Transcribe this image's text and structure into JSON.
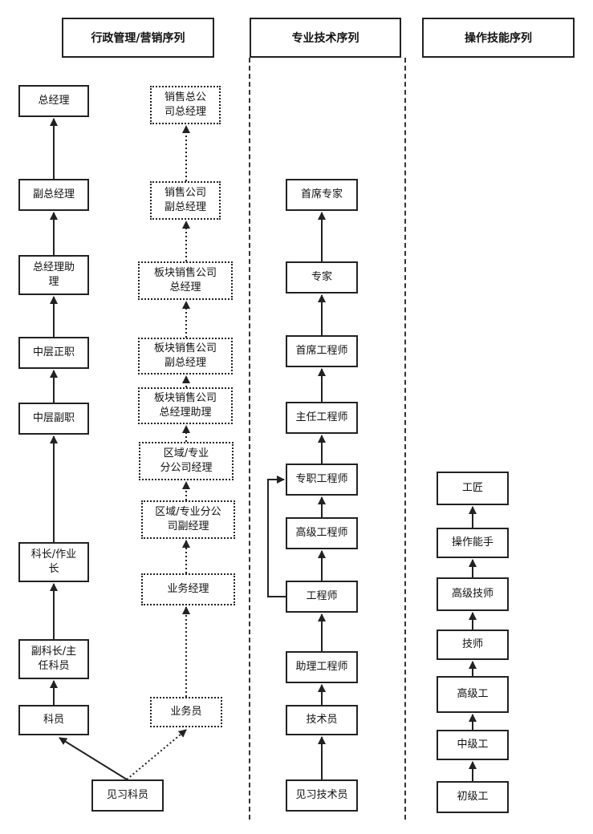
{
  "headers": {
    "admin": "行政管理/营销序列",
    "tech": "专业技术序列",
    "skill": "操作技能序列"
  },
  "admin_track": {
    "general_manager": "总经理",
    "deputy_general_manager": "副总经理",
    "assistant_general_manager": "总经理助\n理",
    "middle_manager": "中层正职",
    "middle_deputy": "中层副职",
    "section_chief": "科长/作业\n长",
    "deputy_section_chief": "副科长/主\n任科员",
    "section_member": "科员",
    "trainee": "见习科员"
  },
  "sales_track": {
    "sales_company_gm": "销售总公\n司总经理",
    "sales_company_deputy": "销售公司\n副总经理",
    "sector_sales_gm": "板块销售公司\n总经理",
    "sector_sales_deputy": "板块销售公司\n副总经理",
    "sector_sales_assistant": "板块销售公司\n总经理助理",
    "regional_manager": "区域/专业\n分公司经理",
    "regional_deputy": "区域/专业分公\n司副经理",
    "business_manager": "业务经理",
    "business_staff": "业务员"
  },
  "tech_track": {
    "chief_expert": "首席专家",
    "expert": "专家",
    "chief_engineer": "首席工程师",
    "principal_engineer": "主任工程师",
    "dedicated_engineer": "专职工程师",
    "senior_engineer": "高级工程师",
    "engineer": "工程师",
    "assistant_engineer": "助理工程师",
    "technician": "技术员",
    "trainee_technician": "见习技术员"
  },
  "skill_track": {
    "craftsman": "工匠",
    "operation_expert": "操作能手",
    "senior_technician": "高级技师",
    "skilled_technician": "技师",
    "senior_worker": "高级工",
    "intermediate_worker": "中级工",
    "junior_worker": "初级工"
  }
}
